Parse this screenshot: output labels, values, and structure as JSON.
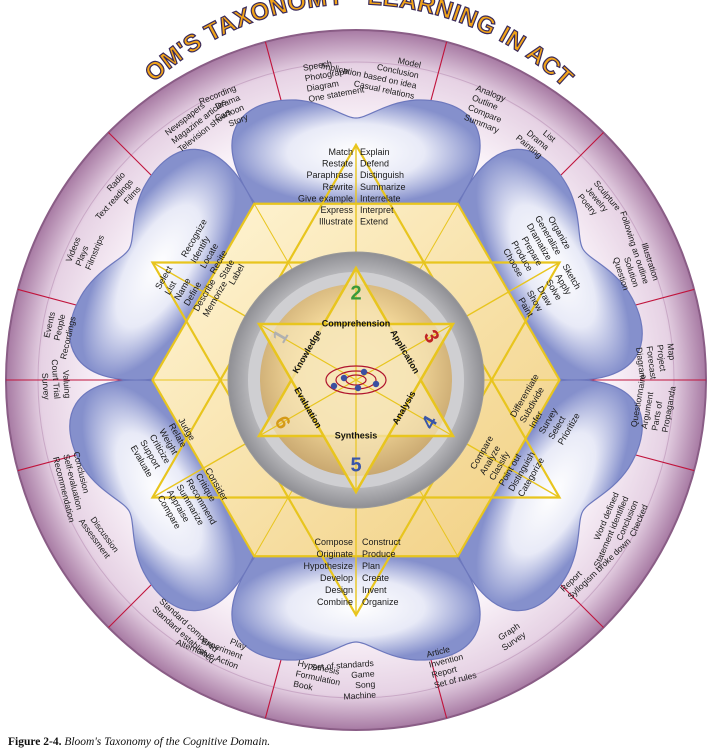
{
  "title": "BLOOM'S TAXONOMY - LEARNING IN ACTION",
  "caption": {
    "figure": "Figure 2-4.",
    "text": "Bloom's Taxonomy of the Cognitive Domain."
  },
  "colors": {
    "ring": "#b48db0",
    "ring_light": "#e8d6e6",
    "petal": "#8a96d2",
    "petal_light": "#e4e7f6",
    "star_line": "#e8c51e",
    "divider": "#c0143c",
    "title_fill": "#f2a418",
    "num_1": "#b0b0b0",
    "num_2": "#3a9a3a",
    "num_3": "#c02424",
    "num_4": "#3a56a8",
    "num_5": "#3a56a8",
    "num_6": "#d59a18"
  },
  "levels": [
    {
      "num": "1",
      "name": "Knowledge"
    },
    {
      "num": "2",
      "name": "Comprehension"
    },
    {
      "num": "3",
      "name": "Application"
    },
    {
      "num": "4",
      "name": "Analysis"
    },
    {
      "num": "5",
      "name": "Synthesis"
    },
    {
      "num": "6",
      "name": "Evaluation"
    }
  ],
  "verbs": {
    "comprehension_left": [
      "Match",
      "Restate",
      "Paraphrase",
      "Rewrite",
      "Give example",
      "Express",
      "Illustrate"
    ],
    "comprehension_right": [
      "Explain",
      "Defend",
      "Distinguish",
      "Summarize",
      "Interrelate",
      "Interpret",
      "Extend"
    ],
    "knowledge_a": [
      "Recognize",
      "Identify",
      "Locate",
      "Recite",
      "State",
      "Label"
    ],
    "knowledge_b": [
      "Select",
      "List",
      "Name",
      "Define",
      "Describe",
      "Memorize"
    ],
    "application_a": [
      "Organize",
      "Generalize",
      "Dramatize",
      "Prepare",
      "Produce",
      "Choose"
    ],
    "application_b": [
      "Sketch",
      "Apply",
      "Solve",
      "Draw",
      "Show",
      "Paint"
    ],
    "evaluation_a": [
      "Judge",
      "Relate",
      "Weight",
      "Criticize",
      "Support",
      "Evaluate"
    ],
    "evaluation_b": [
      "Consider",
      "Critique",
      "Recommend",
      "Summarize",
      "Appraise",
      "Compare"
    ],
    "analysis_a": [
      "Differentiate",
      "Subdivide",
      "Infer",
      "Survey",
      "Select",
      "Prioritize"
    ],
    "analysis_b": [
      "Compare",
      "Analyze",
      "Classify",
      "Point out",
      "Distinguish",
      "Categorize"
    ],
    "synthesis_left": [
      "Compose",
      "Originate",
      "Hypothesize",
      "Develop",
      "Design",
      "Combine"
    ],
    "synthesis_right": [
      "Construct",
      "Produce",
      "Plan",
      "Create",
      "Invent",
      "Organize"
    ]
  },
  "products": {
    "o1": [
      "Recording",
      "Drama",
      "Cartoon",
      "Story"
    ],
    "o2": [
      "Speech",
      "Photograph",
      "Diagram",
      "One statement"
    ],
    "o3": [
      "Model",
      "Conclusion",
      "Implication based on idea",
      "Casual relations"
    ],
    "o4": [
      "Analogy",
      "Outline",
      "Compare",
      "Summary"
    ],
    "o5": [
      "List",
      "Drama",
      "Painting"
    ],
    "o6": [
      "Sculpture",
      "Jewelry",
      "Poetry"
    ],
    "o7": [
      "Illustration",
      "Following an outline",
      "Solution",
      "Question"
    ],
    "o8": [
      "Map",
      "Project",
      "Forecast",
      "Diagram"
    ],
    "o9": [
      "Questionnaire",
      "Argument",
      "Parts of",
      "Propaganda"
    ],
    "o10": [
      "Word defined",
      "Statement identified",
      "Conclusion",
      "Checked"
    ],
    "o11": [
      "Report",
      "Syllogism broke down"
    ],
    "o12": [
      "Graph",
      "Survey"
    ],
    "o13": [
      "Article",
      "Invention",
      "Report",
      "Set of rules"
    ],
    "o14": [
      "Set of standards",
      "Game",
      "Song",
      "Machine"
    ],
    "o15": [
      "Hypothesis",
      "Formulation",
      "Book"
    ],
    "o16": [
      "Play",
      "Experiment",
      "Alternative Action"
    ],
    "o17": [
      "Standard compared",
      "Standard established"
    ],
    "o18": [
      "Discussion",
      "Assessment"
    ],
    "o19": [
      "Conclusion",
      "Self-evaluation",
      "Recommendation"
    ],
    "o20": [
      "Valuing",
      "Court Trial",
      "Survey"
    ],
    "o21": [
      "Events",
      "People",
      "Recordings"
    ],
    "o22": [
      "Videos",
      "Plays",
      "Filmstrips"
    ],
    "o23": [
      "Radio",
      "Text readings",
      "Films"
    ],
    "o24": [
      "Newspapers",
      "Magazine articles",
      "Television shows"
    ]
  }
}
